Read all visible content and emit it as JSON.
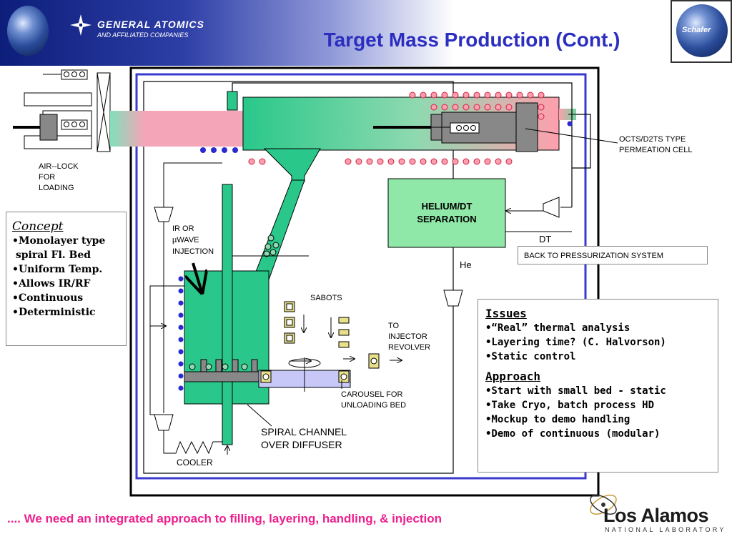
{
  "header": {
    "title": "Target Mass Production (Cont.)",
    "org_name": "GENERAL ATOMICS",
    "org_subtitle": "AND AFFILIATED COMPANIES",
    "right_logo_text": "Schafer"
  },
  "diagram": {
    "labels": {
      "octs": "OCTS/D2TS TYPE",
      "octs2": "PERMEATION CELL",
      "airlock1": "AIR--LOCK",
      "airlock2": "FOR",
      "airlock3": "LOADING",
      "ir1": "IR OR",
      "ir2": "µWAVE",
      "ir3": "INJECTION",
      "helium1": "HELIUM/DT",
      "helium2": "SEPARATION",
      "dt": "DT",
      "back": "BACK TO PRESSURIZATION SYSTEM",
      "he": "He",
      "sabots": "SABOTS",
      "inj1": "TO",
      "inj2": "INJECTOR",
      "inj3": "REVOLVER",
      "carousel1": "CAROUSEL FOR",
      "carousel2": "UNLOADING BED",
      "spiral1": "SPIRAL CHANNEL",
      "spiral2": "OVER DIFFUSER",
      "cooler": "COOLER"
    }
  },
  "concept": {
    "title": "Concept",
    "items": [
      "•Monolayer type",
      " spiral Fl. Bed",
      "•Uniform Temp.",
      "•Allows IR/RF",
      "•Continuous",
      "•Deterministic"
    ]
  },
  "issues": {
    "title": "Issues",
    "items": [
      "•“Real” thermal analysis",
      "•Layering time? (C. Halvorson)",
      "•Static control"
    ]
  },
  "approach": {
    "title": "Approach",
    "items": [
      "•Start with small bed - static",
      "•Take Cryo, batch process HD",
      "•Mockup to demo handling",
      "•Demo of continuous (modular)"
    ]
  },
  "footer": {
    "text": ".... We need an integrated approach to filling, layering, handling, & injection",
    "logo_name": "Los Alamos",
    "logo_sub": "NATIONAL LABORATORY"
  }
}
